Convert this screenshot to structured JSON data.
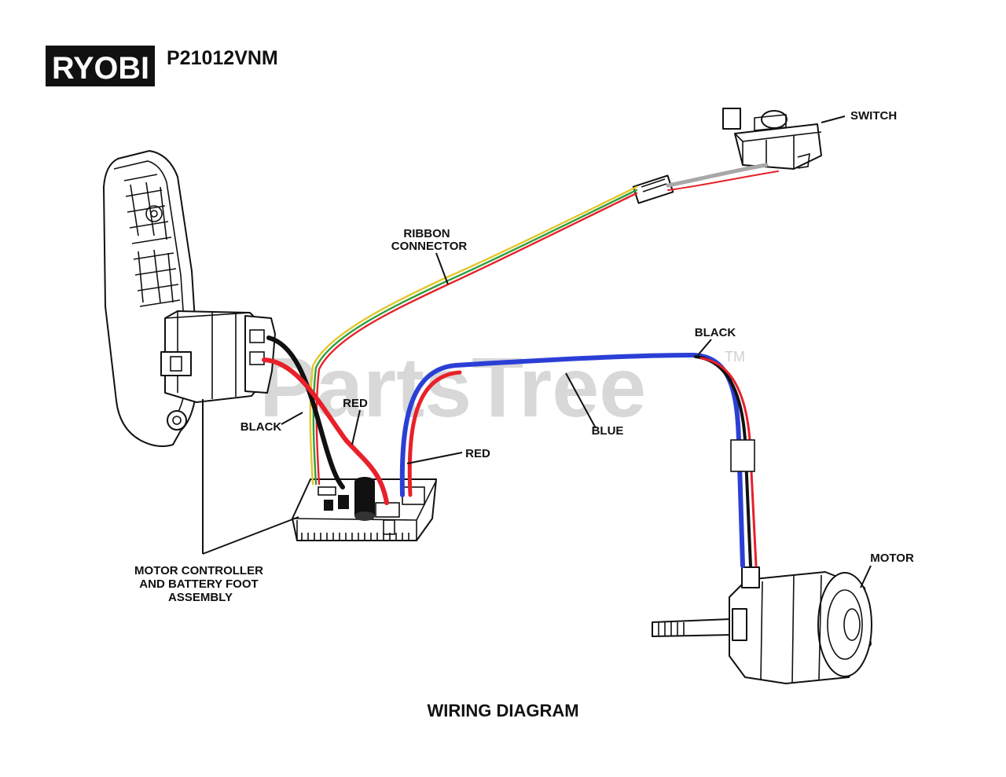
{
  "header": {
    "brand": "RYOBI",
    "model": "P21012VNM"
  },
  "watermark": {
    "text": "PartsTree",
    "tm": "TM"
  },
  "diagram": {
    "title": "WIRING DIAGRAM",
    "labels": {
      "switch": "SWITCH",
      "ribbon_line1": "RIBBON",
      "ribbon_line2": "CONNECTOR",
      "black_motor": "BLACK",
      "black_controller": "BLACK",
      "red_upper": "RED",
      "red_lower": "RED",
      "blue": "BLUE",
      "motor": "MOTOR",
      "assembly_line1": "MOTOR CONTROLLER",
      "assembly_line2": "AND BATTERY FOOT",
      "assembly_line3": "ASSEMBLY"
    },
    "wire_colors": {
      "black": "#111111",
      "red": "#e8202a",
      "blue": "#2b3fd6",
      "green": "#2f9e3a",
      "yellow": "#e3c62a",
      "gray": "#a8a8a8"
    }
  }
}
